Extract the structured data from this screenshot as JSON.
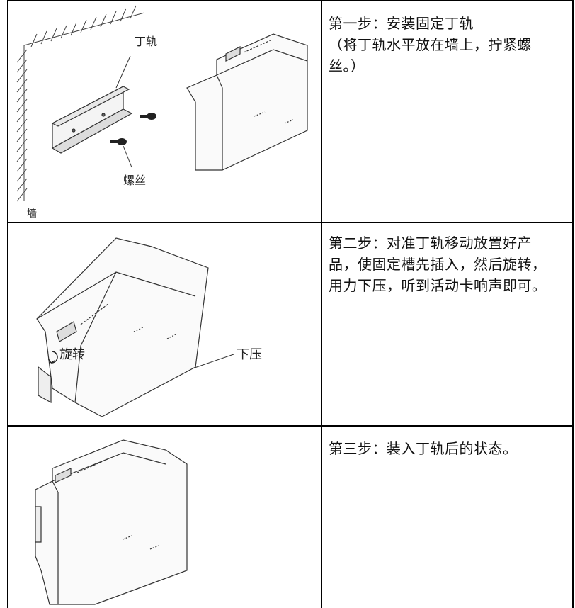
{
  "steps": [
    {
      "text_lines": [
        "第一步：安装固定丁轨",
        "（将丁轨水平放在墙上，拧紧螺",
        "丝。）"
      ],
      "labels": {
        "rail": "丁轨",
        "screw": "螺丝",
        "wall": "墙"
      }
    },
    {
      "text_lines": [
        "第二步：对准丁轨移动放置好产",
        "品，使固定槽先插入，然后旋转，",
        "用力下压，听到活动卡响声即可。"
      ],
      "labels": {
        "rotate": "旋转",
        "press": "下压"
      }
    },
    {
      "text_lines": [
        "第三步：装入丁轨后的状态。"
      ],
      "labels": {}
    }
  ]
}
